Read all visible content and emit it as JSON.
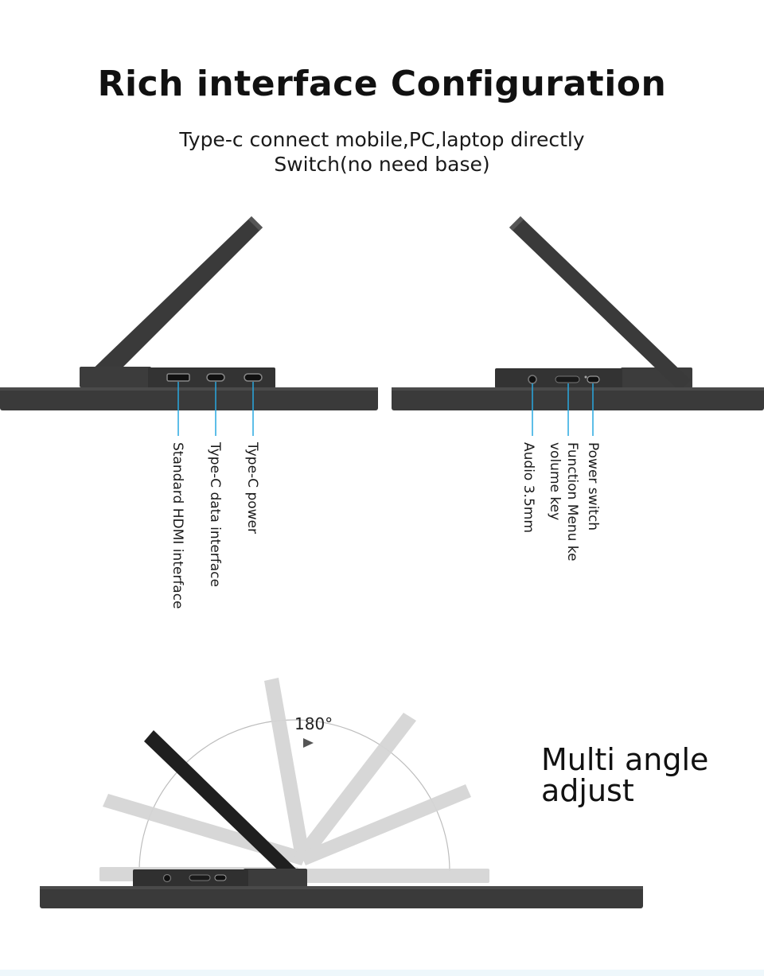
{
  "header": {
    "title": "Rich interface Configuration",
    "subtitle_line1": "Type-c connect mobile,PC,laptop directly",
    "subtitle_line2": "Switch(no need base)"
  },
  "left_ports": {
    "hdmi": "Standard HDMI interface",
    "typec_data": "Type-C data interface",
    "typec_power": "Type-C power"
  },
  "right_ports": {
    "power_switch": "Power switch",
    "function_key_line1": "Function Menu ke",
    "function_key_line2": "volume key",
    "audio": "Audio 3.5mm"
  },
  "angle": {
    "degrees_label": "180°",
    "caption_line1": "Multi angle",
    "caption_line2": "adjust"
  },
  "colors": {
    "device_dark": "#3a3a3a",
    "device_black": "#222222",
    "leader_line": "#29a8e0",
    "ghost_stand": "#d4d4d4"
  }
}
